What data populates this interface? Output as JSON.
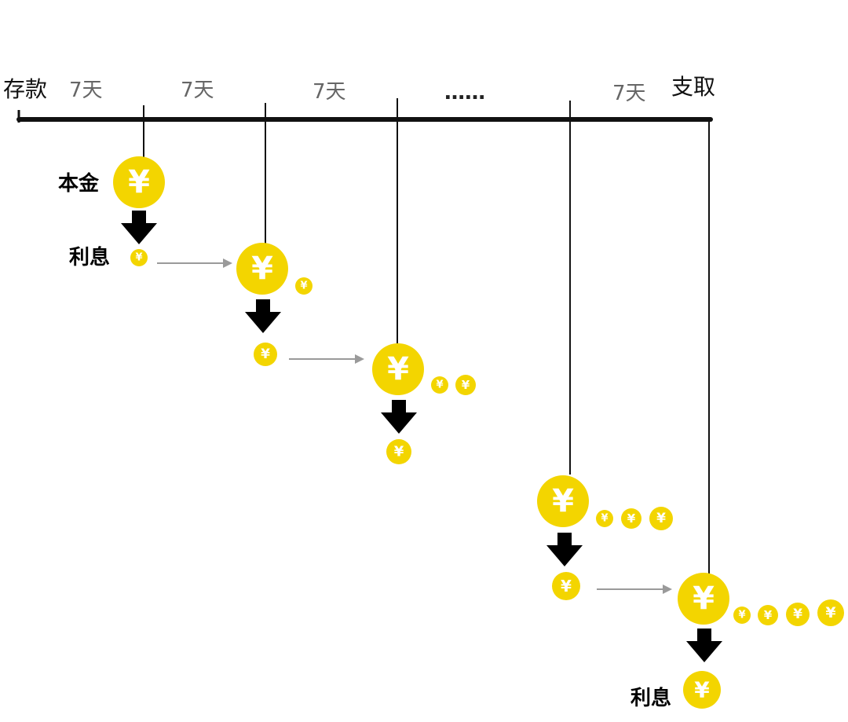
{
  "timeline": {
    "start_label": "存款",
    "end_label": "支取",
    "period_label_1": "7天",
    "period_label_2": "7天",
    "period_label_3": "7天",
    "ellipsis": "……",
    "period_label_4": "7天"
  },
  "stage_labels": {
    "principal": "本金",
    "interest_first": "利息",
    "interest_last": "利息"
  },
  "coin": {
    "symbol": "¥"
  },
  "colors": {
    "coin_fill": "#f3d500",
    "coin_symbol": "#ffffff",
    "line": "#111111",
    "flow_arrow": "#9a9a9a",
    "down_arrow": "#000000"
  }
}
